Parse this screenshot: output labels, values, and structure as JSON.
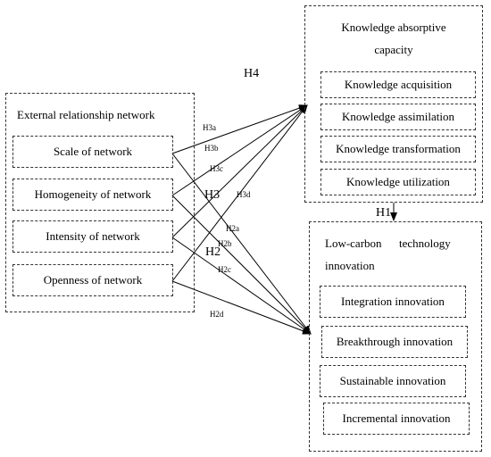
{
  "external": {
    "title": "External relationship  network",
    "items": [
      "Scale of network",
      "Homogeneity of network",
      "Intensity of network",
      "Openness of network"
    ]
  },
  "kac": {
    "title_line1": "Knowledge absorptive",
    "title_line2": "capacity",
    "items": [
      "Knowledge acquisition",
      "Knowledge assimilation",
      "Knowledge transformation",
      "Knowledge utilization"
    ]
  },
  "lct": {
    "title_line1": "Low-carbon      technology",
    "title_line2": "innovation",
    "items": [
      "Integration innovation",
      "Breakthrough innovation",
      "Sustainable innovation",
      "Incremental innovation"
    ]
  },
  "labels": {
    "h1": "H1",
    "h2": "H2",
    "h3": "H3",
    "h4": "H4",
    "h3a": "H3a",
    "h3b": "H3b",
    "h3c": "H3c",
    "h3d": "H3d",
    "h2a": "H2a",
    "h2b": "H2b",
    "h2c": "H2c",
    "h2d": "H2d"
  }
}
